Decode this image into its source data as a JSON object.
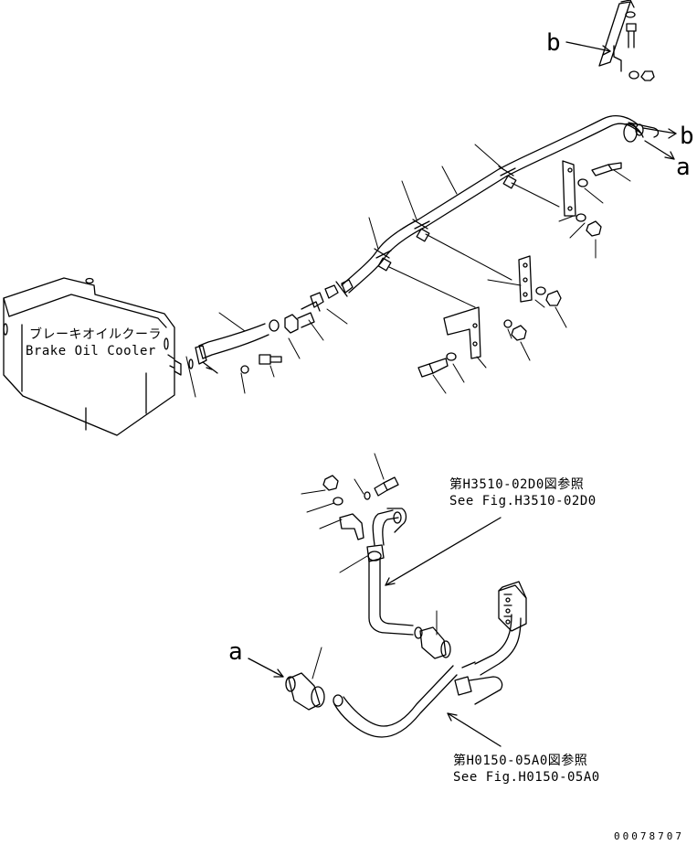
{
  "cooler": {
    "label_jp": "ブレーキオイルクーラ",
    "label_en": "Brake Oil Cooler"
  },
  "markers": {
    "b_top": "b",
    "b_right": "b",
    "a_right": "a",
    "a_bottom": "a"
  },
  "references": [
    {
      "jp": "第H3510-02D0図参照",
      "en": "See Fig.H3510-02D0"
    },
    {
      "jp": "第H0150-05A0図参照",
      "en": "See Fig.H0150-05A0"
    }
  ],
  "drawing_number": "00078707"
}
